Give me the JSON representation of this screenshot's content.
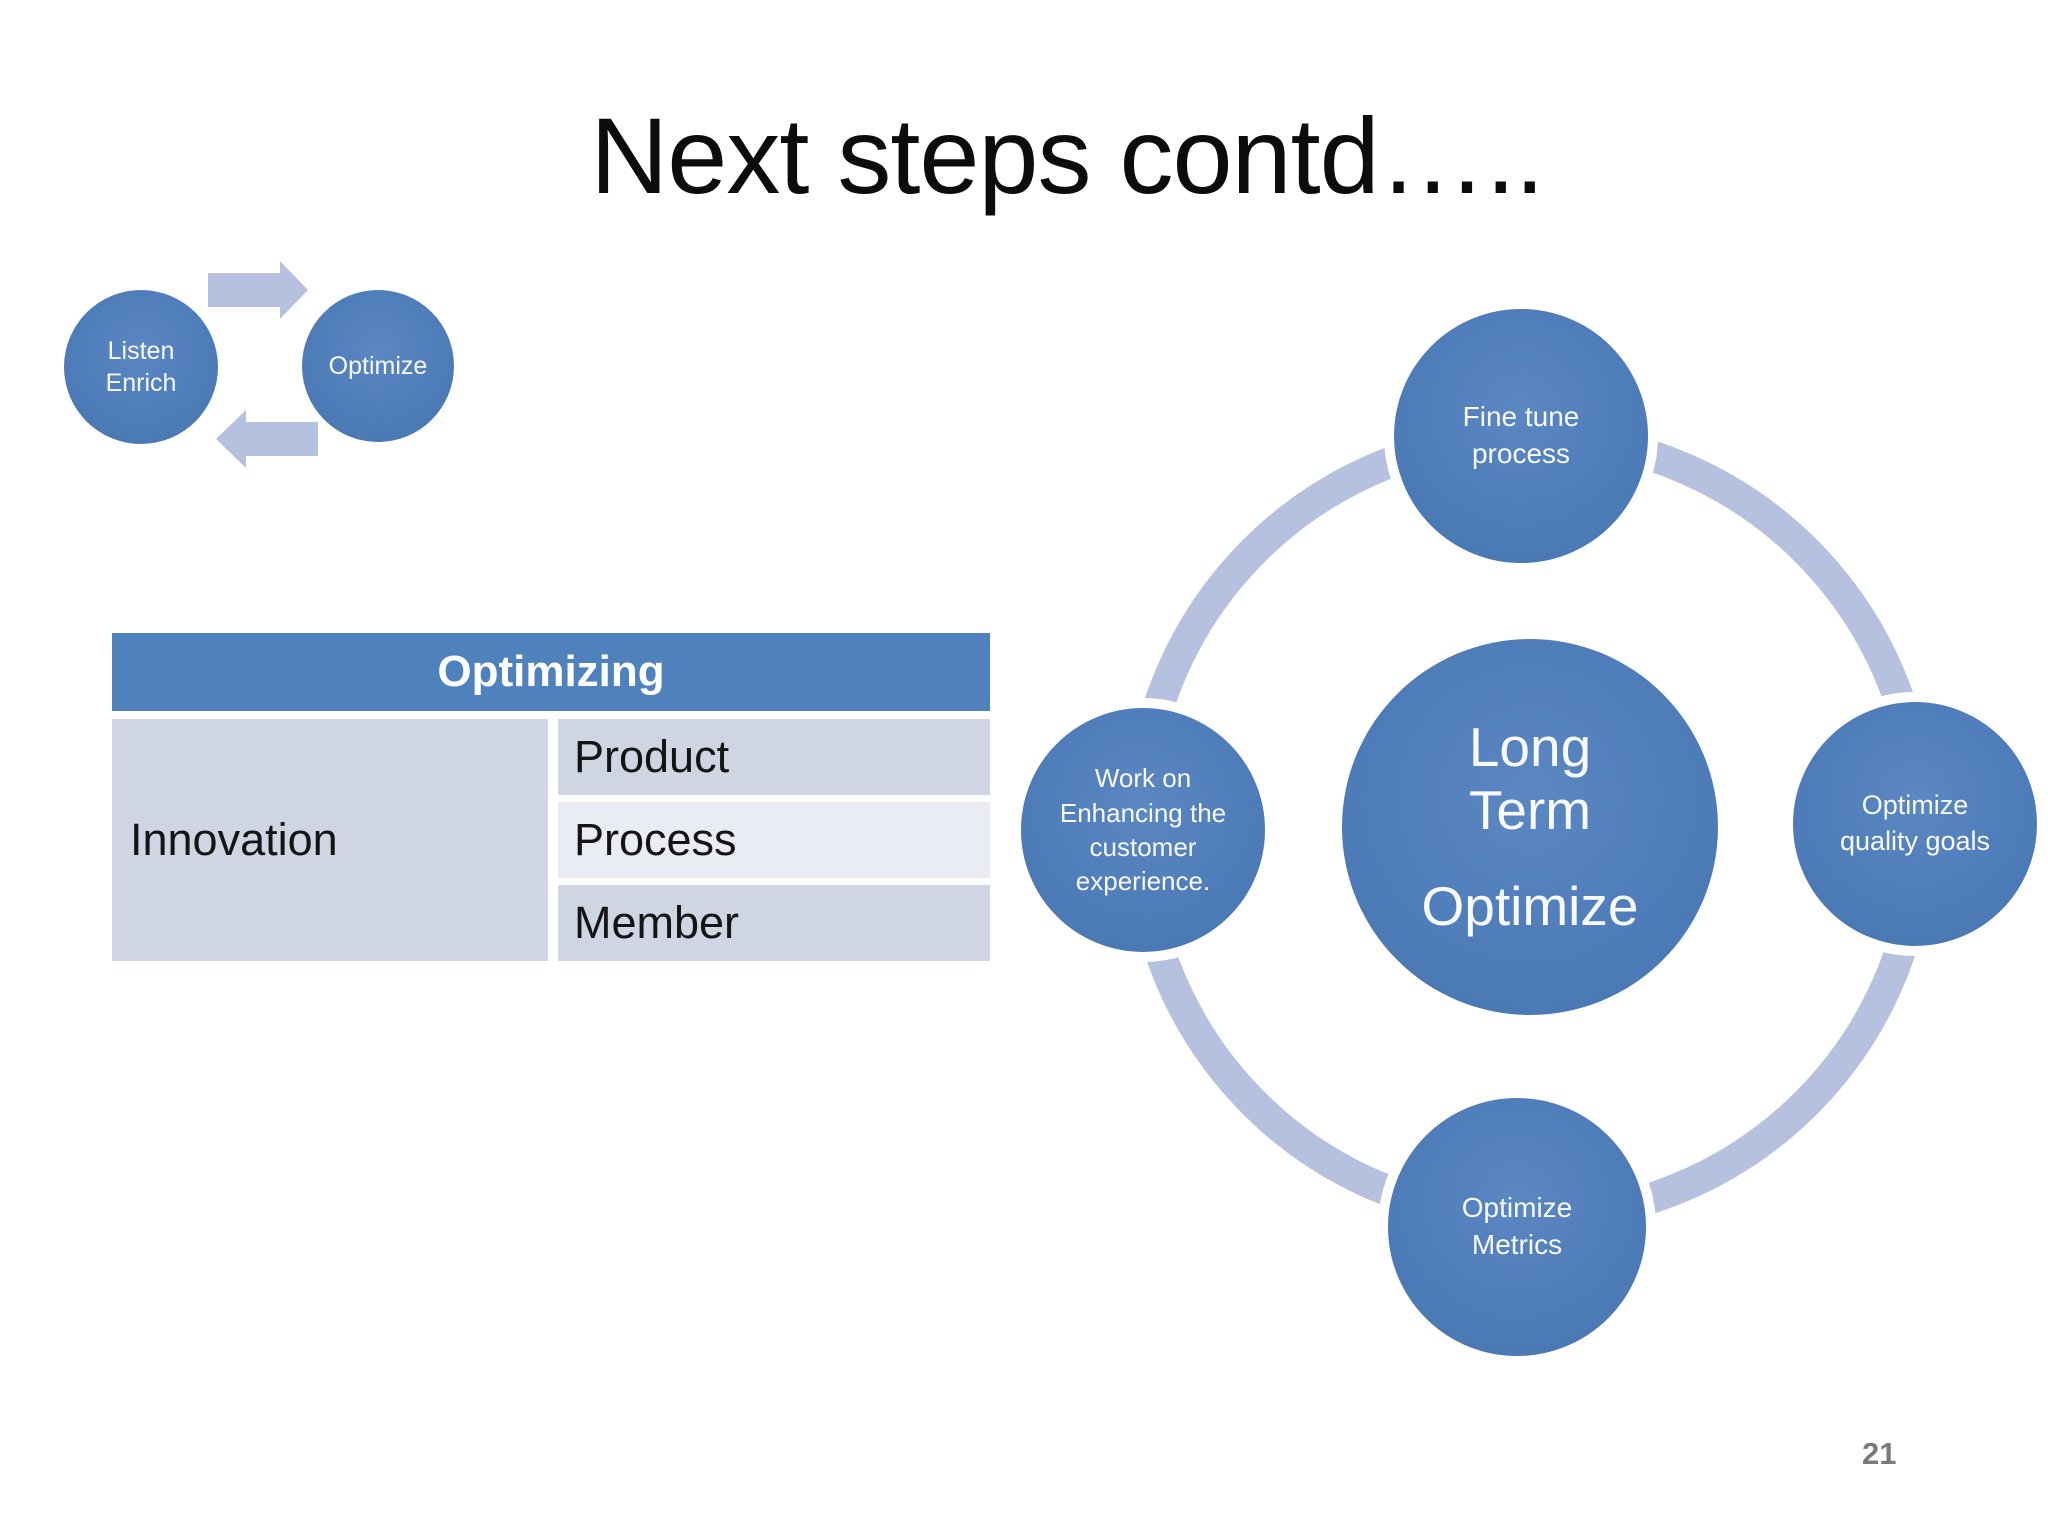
{
  "title": "Next steps contd…..",
  "page_number": "21",
  "colors": {
    "shape_blue": "#4d7cb8",
    "accent_light": "#b5c1de",
    "table_header_blue": "#4f81bd",
    "table_cell": "#cfd5e3",
    "table_cell_alt": "#e9ecf3",
    "page_number_gray": "#7a7a7a"
  },
  "cycle": {
    "left_circle_label": "Listen Enrich",
    "right_circle_label": "Optimize"
  },
  "table": {
    "header": "Optimizing",
    "row_label": "Innovation",
    "items": [
      "Product",
      "Process",
      "Member"
    ]
  },
  "diagram": {
    "center_title": "Long Term",
    "center_subtitle": "Optimize",
    "top_label": "Fine tune process",
    "right_label": "Optimize quality goals",
    "bottom_label": "Optimize Metrics",
    "left_label": "Work on Enhancing the customer experience."
  }
}
